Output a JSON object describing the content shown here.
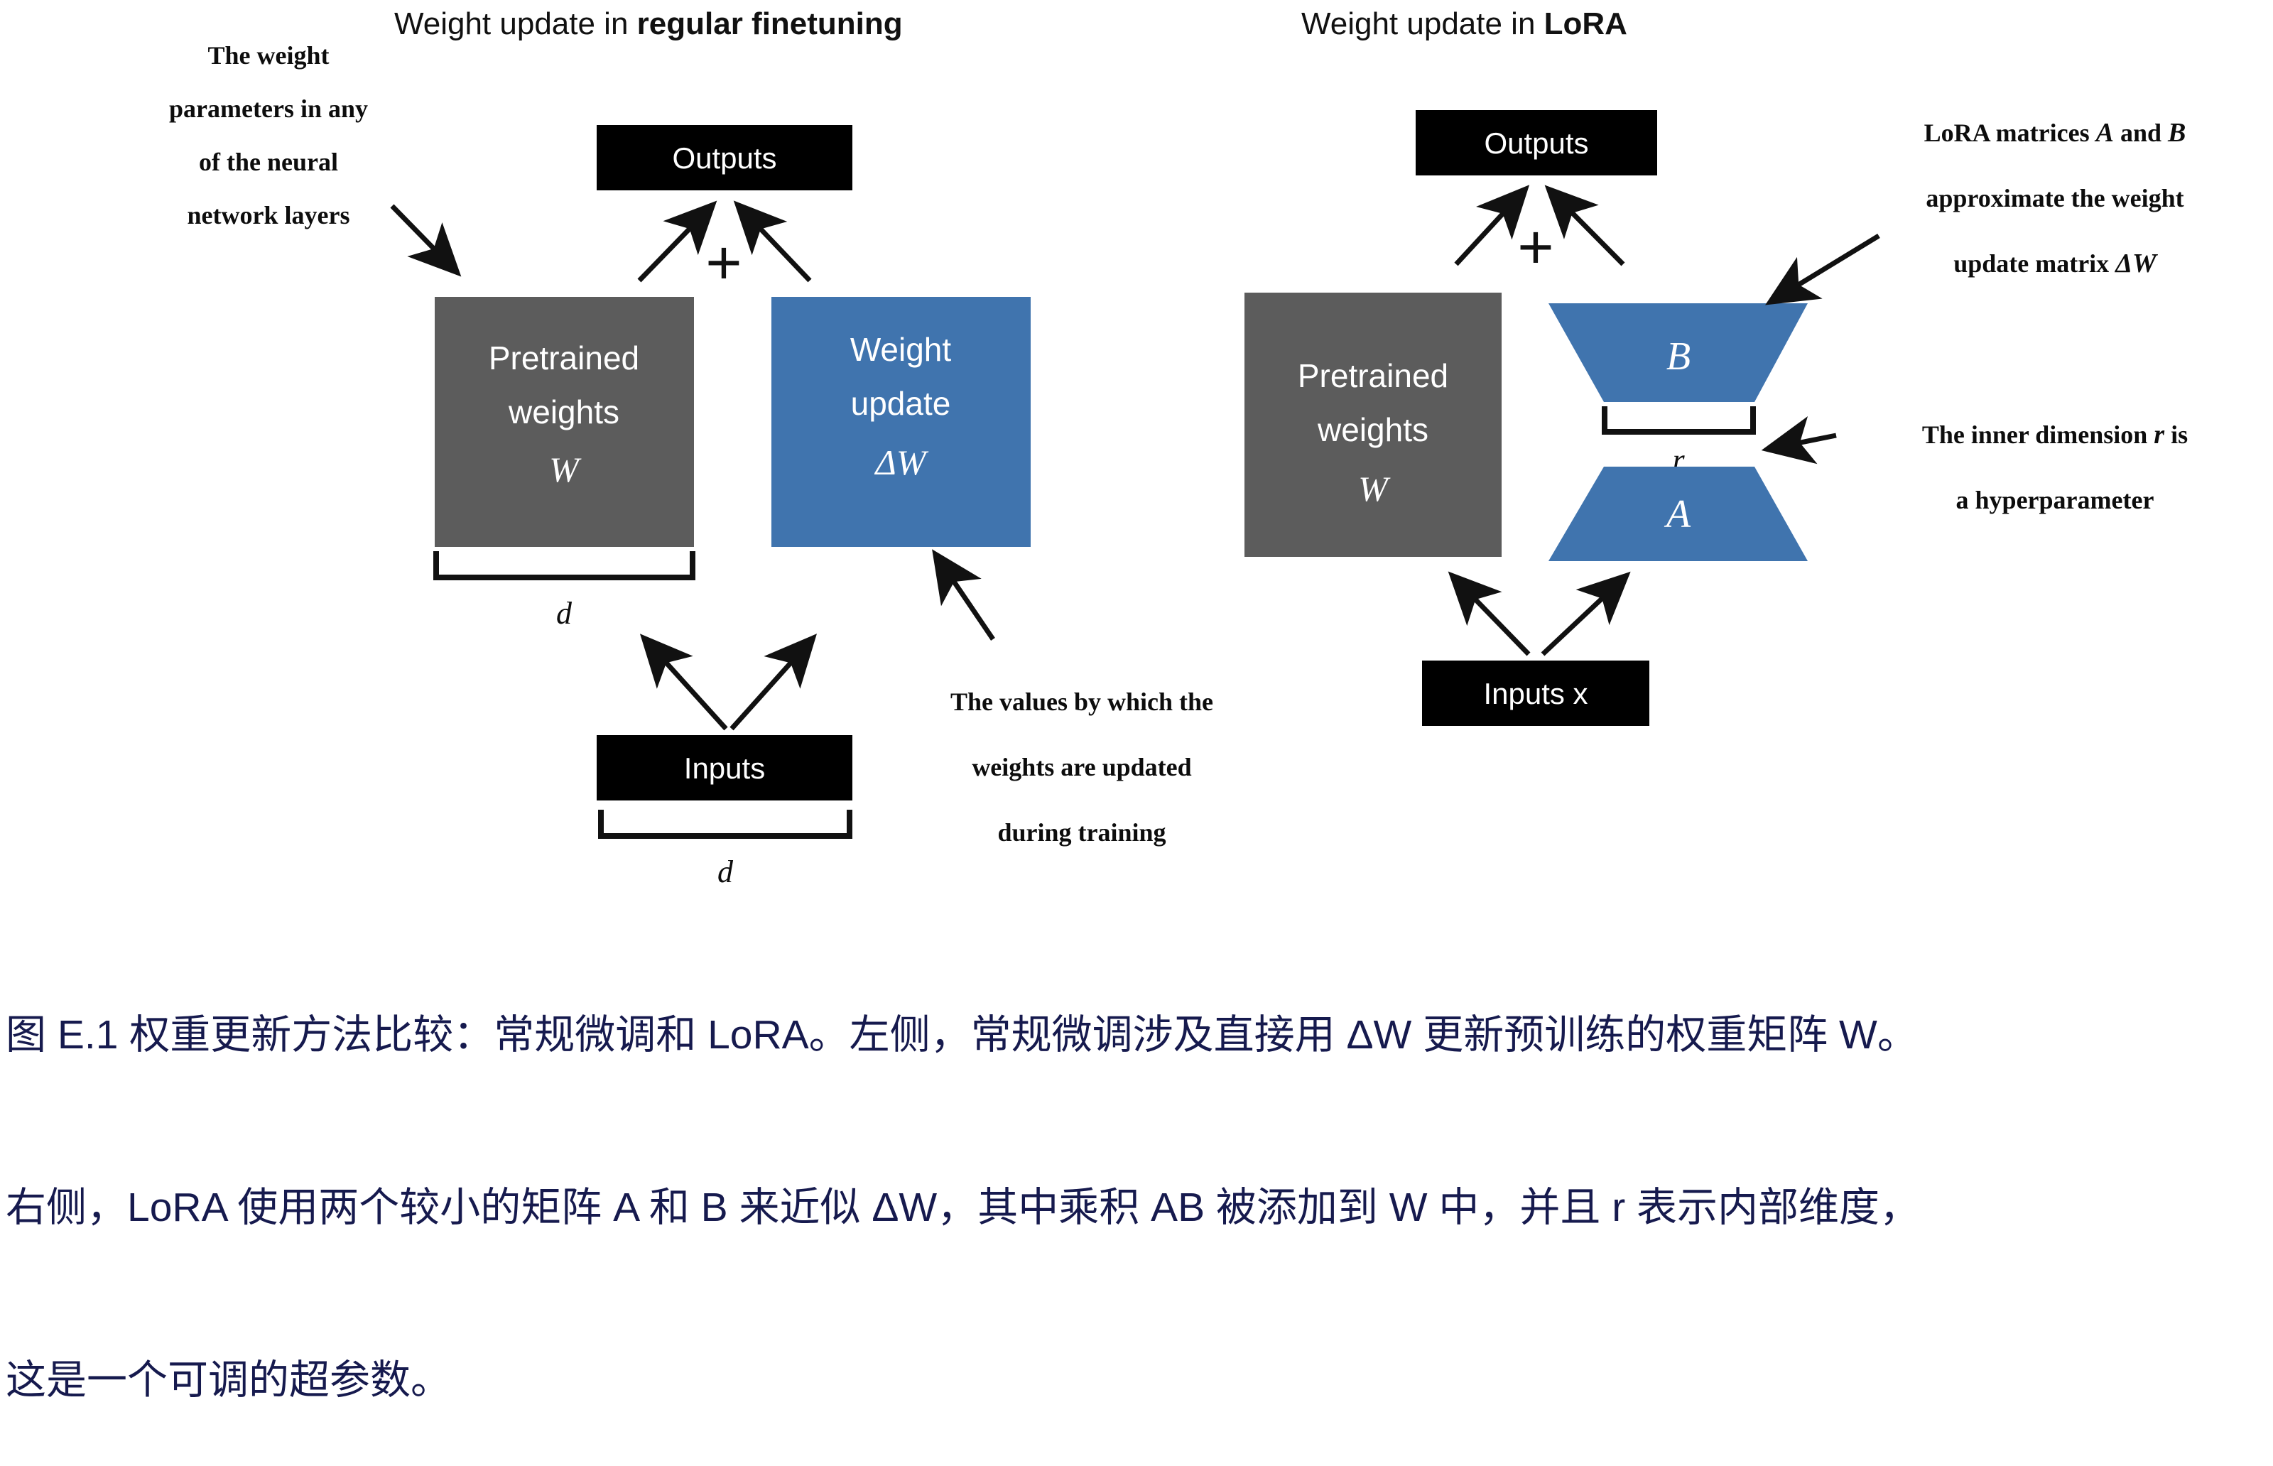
{
  "figure": {
    "left_panel": {
      "title_prefix": "Weight update in ",
      "title_emphasis": "regular finetuning",
      "outputs_box": "Outputs",
      "inputs_box": "Inputs",
      "pretrained_line1": "Pretrained",
      "pretrained_line2": "weights",
      "pretrained_symbol": "W",
      "update_line1": "Weight",
      "update_line2": "update",
      "update_symbol": "ΔW",
      "plus_sign": "+",
      "dim_top": "d",
      "dim_bottom": "d",
      "annotation_left": [
        "The weight",
        "parameters in any",
        "of the neural",
        "network layers"
      ],
      "annotation_bottom": [
        "The values by which the",
        "weights are updated",
        "during training"
      ]
    },
    "right_panel": {
      "title_prefix": "Weight update in ",
      "title_emphasis": "LoRA",
      "outputs_box": "Outputs",
      "inputs_box": "Inputs x",
      "pretrained_line1": "Pretrained",
      "pretrained_line2": "weights",
      "pretrained_symbol": "W",
      "matrix_b": "B",
      "matrix_a": "A",
      "plus_sign": "+",
      "inner_dim": "r",
      "annotation_top": [
        "LoRA matrices A and B",
        "approximate the weight",
        "update matrix ΔW"
      ],
      "annotation_bottom": [
        "The inner dimension r is",
        "a hyperparameter"
      ]
    },
    "colors": {
      "blue": "#4074AE",
      "gray": "#5C5C5C",
      "black": "#000000",
      "caption_text": "#161A4E"
    }
  },
  "caption": {
    "line1": "图 E.1 权重更新方法比较：常规微调和 LoRA。左侧，常规微调涉及直接用 ΔW 更新预训练的权重矩阵 W。",
    "line2": "右侧，LoRA 使用两个较小的矩阵 A 和 B 来近似 ΔW，其中乘积 AB 被添加到 W 中，并且 r 表示内部维度，",
    "line3": "这是一个可调的超参数。"
  }
}
